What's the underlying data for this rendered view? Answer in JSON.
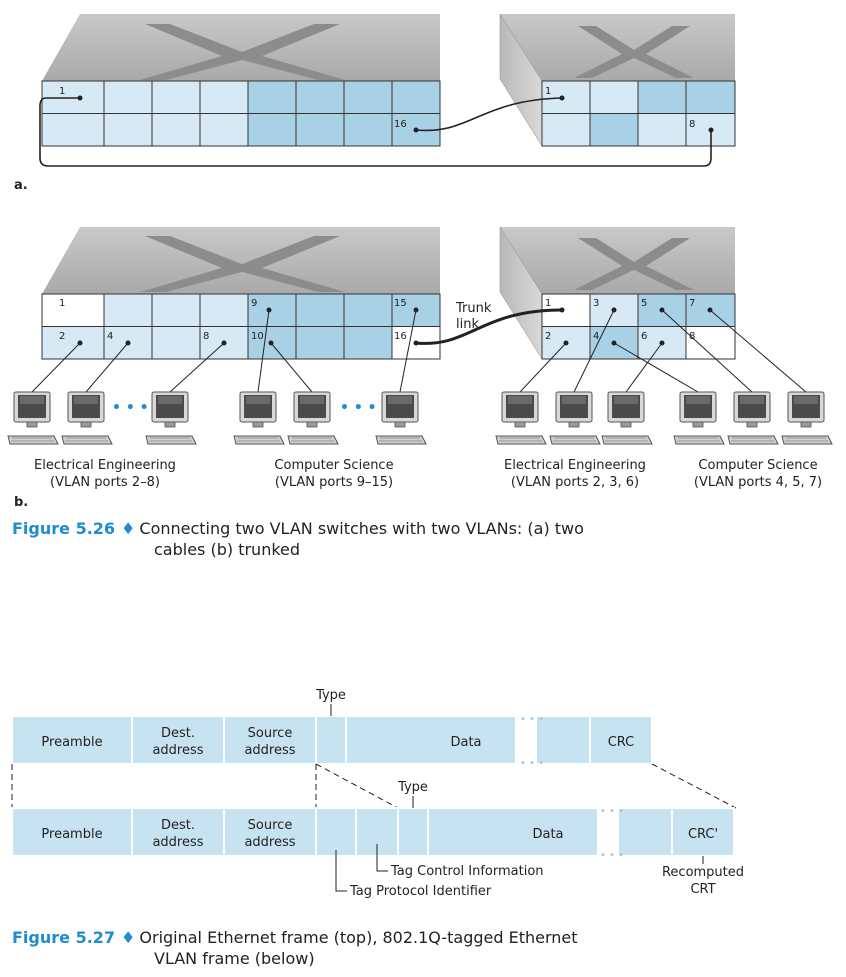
{
  "part_a": {
    "label": "a.",
    "left_switch_ports": [
      "1",
      "16"
    ],
    "right_switch_ports": [
      "1",
      "8"
    ]
  },
  "part_b": {
    "label": "b.",
    "left_switch_ports": [
      "1",
      "2",
      "4",
      "8",
      "9",
      "10",
      "15",
      "16"
    ],
    "right_switch_ports": [
      "1",
      "2",
      "3",
      "4",
      "5",
      "6",
      "7",
      "8"
    ],
    "trunk_label": [
      "Trunk",
      "link"
    ],
    "ellipsis": "• • •",
    "groups": [
      {
        "line1": "Electrical Engineering",
        "line2": "(VLAN ports 2–8)"
      },
      {
        "line1": "Computer Science",
        "line2": "(VLAN ports 9–15)"
      },
      {
        "line1": "Electrical Engineering",
        "line2": "(VLAN ports 2, 3, 6)"
      },
      {
        "line1": "Computer Science",
        "line2": "(VLAN ports 4, 5, 7)"
      }
    ]
  },
  "figure_526": {
    "number": "Figure 5.26",
    "bullet": "♦",
    "text_line1": "Connecting two VLAN switches with two VLANs: (a) two",
    "text_line2": "cables (b) trunked"
  },
  "frame_top": {
    "type_label": "Type",
    "fields": [
      "Preamble",
      "Dest.",
      "address",
      "Source",
      "address",
      "Data",
      "CRC"
    ]
  },
  "frame_bottom": {
    "type_label": "Type",
    "fields": [
      "Preamble",
      "Dest.",
      "address",
      "Source",
      "address",
      "Data",
      "CRC'"
    ],
    "tci_label": "Tag Control Information",
    "tpi_label": "Tag Protocol Identifier",
    "recomputed": [
      "Recomputed",
      "CRT"
    ]
  },
  "figure_527": {
    "number": "Figure 5.27",
    "bullet": "♦",
    "text_line1": "Original Ethernet frame (top), 802.1Q-tagged Ethernet",
    "text_line2": "VLAN frame (below)"
  },
  "colors": {
    "light_port": "#d6e9f4",
    "dark_port": "#a9d1e6",
    "switch_top": "#b4b4b4",
    "switch_x": "#8a8a8a",
    "frame_fill": "#c7e3f1",
    "accent": "#1f8ccf"
  }
}
